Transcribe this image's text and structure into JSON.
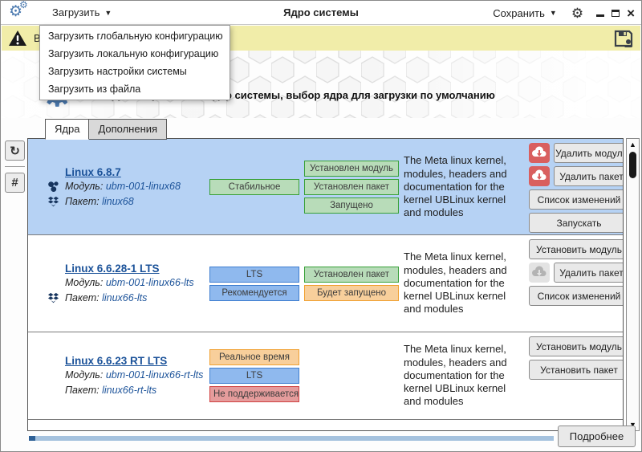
{
  "app": {
    "menubar": {
      "load": "Загрузить",
      "title": "Ядро системы",
      "save": "Сохранить"
    }
  },
  "load_menu": {
    "items": [
      "Загрузить глобальную конфигурацию",
      "Загрузить локальную конфигурацию",
      "Загрузить настройки системы",
      "Загрузить из файла"
    ]
  },
  "warning_bar": {
    "text_fragment": "В"
  },
  "header": {
    "subtitle": "Загрузка и установка ядер системы, выбор ядра для загрузки по умолчанию"
  },
  "tabs": {
    "kernels": "Ядра",
    "addons": "Дополнения"
  },
  "labels": {
    "module": "Модуль:",
    "package": "Пакет:"
  },
  "kernels": [
    {
      "name": "Linux 6.8.7",
      "module": "ubm-001-linux68",
      "package": "linux68",
      "selected": true,
      "icons": {
        "module": true,
        "package": true
      },
      "badges_left": [
        {
          "text": "Стабильное",
          "type": "green"
        }
      ],
      "badges_right": [
        {
          "text": "Установлен модуль",
          "type": "green"
        },
        {
          "text": "Установлен пакет",
          "type": "green"
        },
        {
          "text": "Запущено",
          "type": "green"
        }
      ],
      "description": "The Meta linux kernel, modules, headers and documentation for the kernel UBLinux kernel and modules",
      "actions": [
        {
          "label": "Удалить модуль",
          "icon": "red-cloud-download"
        },
        {
          "label": "Удалить пакет",
          "icon": "red-cloud-download"
        },
        {
          "label": "Список изменений"
        },
        {
          "label": "Запускать"
        }
      ]
    },
    {
      "name": "Linux 6.6.28-1 LTS",
      "module": "ubm-001-linux66-lts",
      "package": "linux66-lts",
      "selected": false,
      "icons": {
        "module": false,
        "package": true
      },
      "badges_left": [
        {
          "text": "LTS",
          "type": "blue"
        },
        {
          "text": "Рекомендуется",
          "type": "blue"
        }
      ],
      "badges_right": [
        {
          "text": "Установлен пакет",
          "type": "green"
        },
        {
          "text": "Будет запущено",
          "type": "orange"
        }
      ],
      "description": "The Meta linux kernel, modules, headers and documentation for the kernel UBLinux kernel and modules",
      "actions": [
        {
          "label": "Установить модуль"
        },
        {
          "label": "Удалить пакет",
          "icon": "gray-cloud-download"
        },
        {
          "label": "Список изменений"
        }
      ]
    },
    {
      "name": "Linux 6.6.23 RT LTS",
      "module": "ubm-001-linux66-rt-lts",
      "package": "linux66-rt-lts",
      "selected": false,
      "icons": {
        "module": false,
        "package": false
      },
      "badges_left": [
        {
          "text": "Реальное время",
          "type": "orange"
        },
        {
          "text": "LTS",
          "type": "blue"
        },
        {
          "text": "Не поддерживается",
          "type": "red"
        }
      ],
      "badges_right": [],
      "description": "The Meta linux kernel, modules, headers and documentation for the kernel UBLinux kernel and modules",
      "actions": [
        {
          "label": "Установить модуль"
        },
        {
          "label": "Установить пакет"
        }
      ]
    }
  ],
  "footer": {
    "details": "Подробнее"
  },
  "colors": {
    "selected_row": "#b6d2f4",
    "warning_bar": "#f1eda9",
    "accent_blue": "#4a79af",
    "badge_green": "#b8dcb9",
    "badge_blue": "#8fb9ee",
    "badge_orange": "#f8cf9b",
    "badge_red": "#e59c9c",
    "danger_button": "#d95f5f",
    "progress_track": "#a5c2de",
    "progress_chunk": "#2e6096"
  }
}
